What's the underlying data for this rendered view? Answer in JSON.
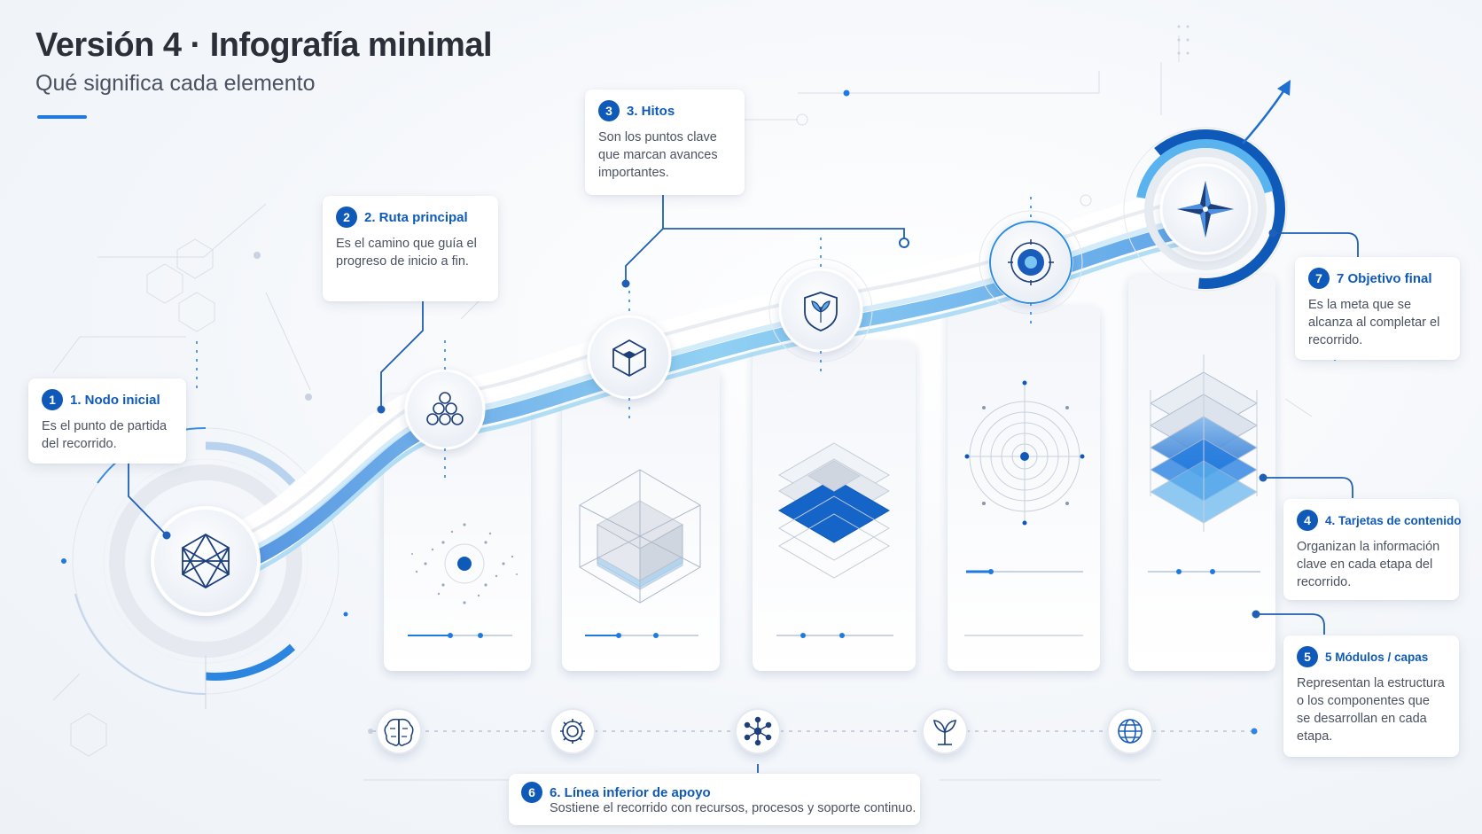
{
  "header": {
    "title": "Versión 4 · Infografía minimal",
    "subtitle": "Qué significa cada elemento"
  },
  "colors": {
    "accent": "#1f7ae0",
    "badge": "#0f5ab8",
    "path_light": "#8fd0f2",
    "text": "#4a5260"
  },
  "callouts": [
    {
      "id": "1",
      "title": "1. Nodo inicial",
      "text": "Es el punto de partida del recorrido."
    },
    {
      "id": "2",
      "title": "2. Ruta principal",
      "text": "Es el camino que guía el progreso de inicio a fin."
    },
    {
      "id": "3",
      "title": "3. Hitos",
      "text": "Son los puntos clave que marcan avances importantes."
    },
    {
      "id": "4",
      "title": "4. Tarjetas de contenido",
      "text": "Organizan la información clave en cada etapa del recorrido."
    },
    {
      "id": "5",
      "title": "5 Módulos / capas",
      "text": "Representan la estructura o los componentes que se desarrollan en cada etapa."
    },
    {
      "id": "6",
      "title": "6. Línea inferior de apoyo",
      "text": "Sostiene el recorrido con recursos, procesos y soporte continuo."
    },
    {
      "id": "7",
      "title": "7 Objetivo final",
      "text": "Es la meta que se alcanza al completar el recorrido."
    }
  ],
  "milestones": [
    {
      "icon": "network-icon"
    },
    {
      "icon": "circles-cluster-icon"
    },
    {
      "icon": "cube-icon"
    },
    {
      "icon": "shield-leaf-icon"
    },
    {
      "icon": "target-icon"
    },
    {
      "icon": "compass-star-icon"
    }
  ],
  "support_icons": [
    "brain-icon",
    "gear-icon",
    "network-nodes-icon",
    "plant-icon",
    "globe-icon"
  ]
}
